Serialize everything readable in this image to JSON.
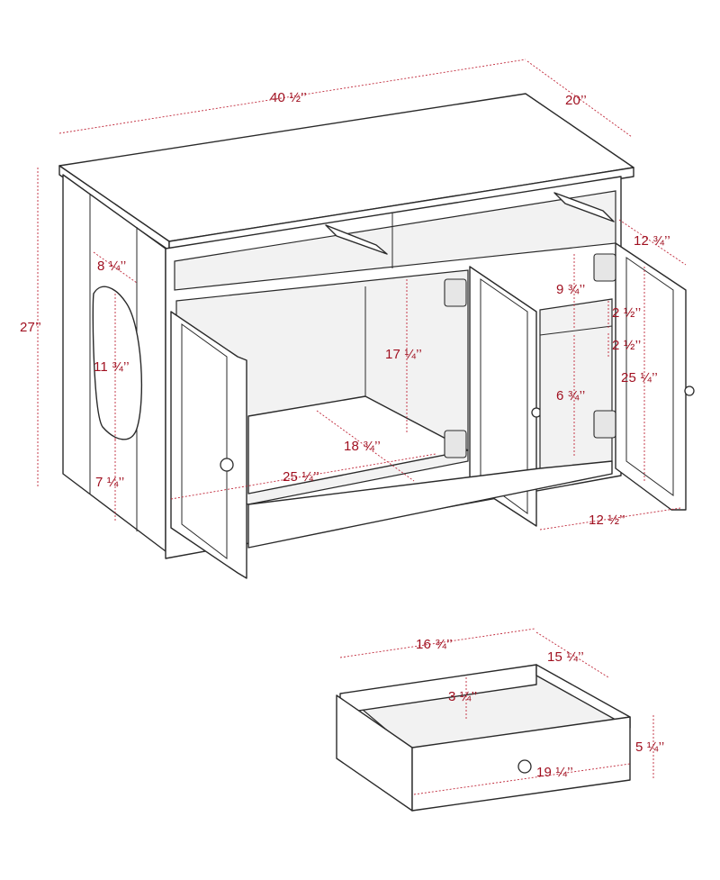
{
  "cabinet": {
    "width": "40 ½’’",
    "depth": "20’’",
    "height": "27’’",
    "side_opening_top": "8 ¼’’",
    "side_opening_height": "11 ¾’’",
    "side_opening_bottom": "7 ¼’’",
    "left_compartment_height": "17 ¼’’",
    "left_compartment_depth": "18 ¾’’",
    "left_compartment_width": "25 ¼’’",
    "right_upper_height": "9 ¾’’",
    "right_gap_upper": "2 ½’’",
    "right_gap_lower": "2 ½’’",
    "right_lower_height": "6 ¾’’",
    "right_total_height": "25 ¼’’",
    "right_compartment_width": "12 ½’’",
    "right_drawer_depth": "12 ¾’’"
  },
  "drawer": {
    "inner_width": "16 ¾’’",
    "inner_depth": "15 ¼’’",
    "inner_height": "3 ¼’’",
    "front_width": "19 ¼’’",
    "front_height": "5 ¼’’"
  },
  "colors": {
    "dimension": "#c0283a",
    "outline": "#2a2a2a"
  }
}
